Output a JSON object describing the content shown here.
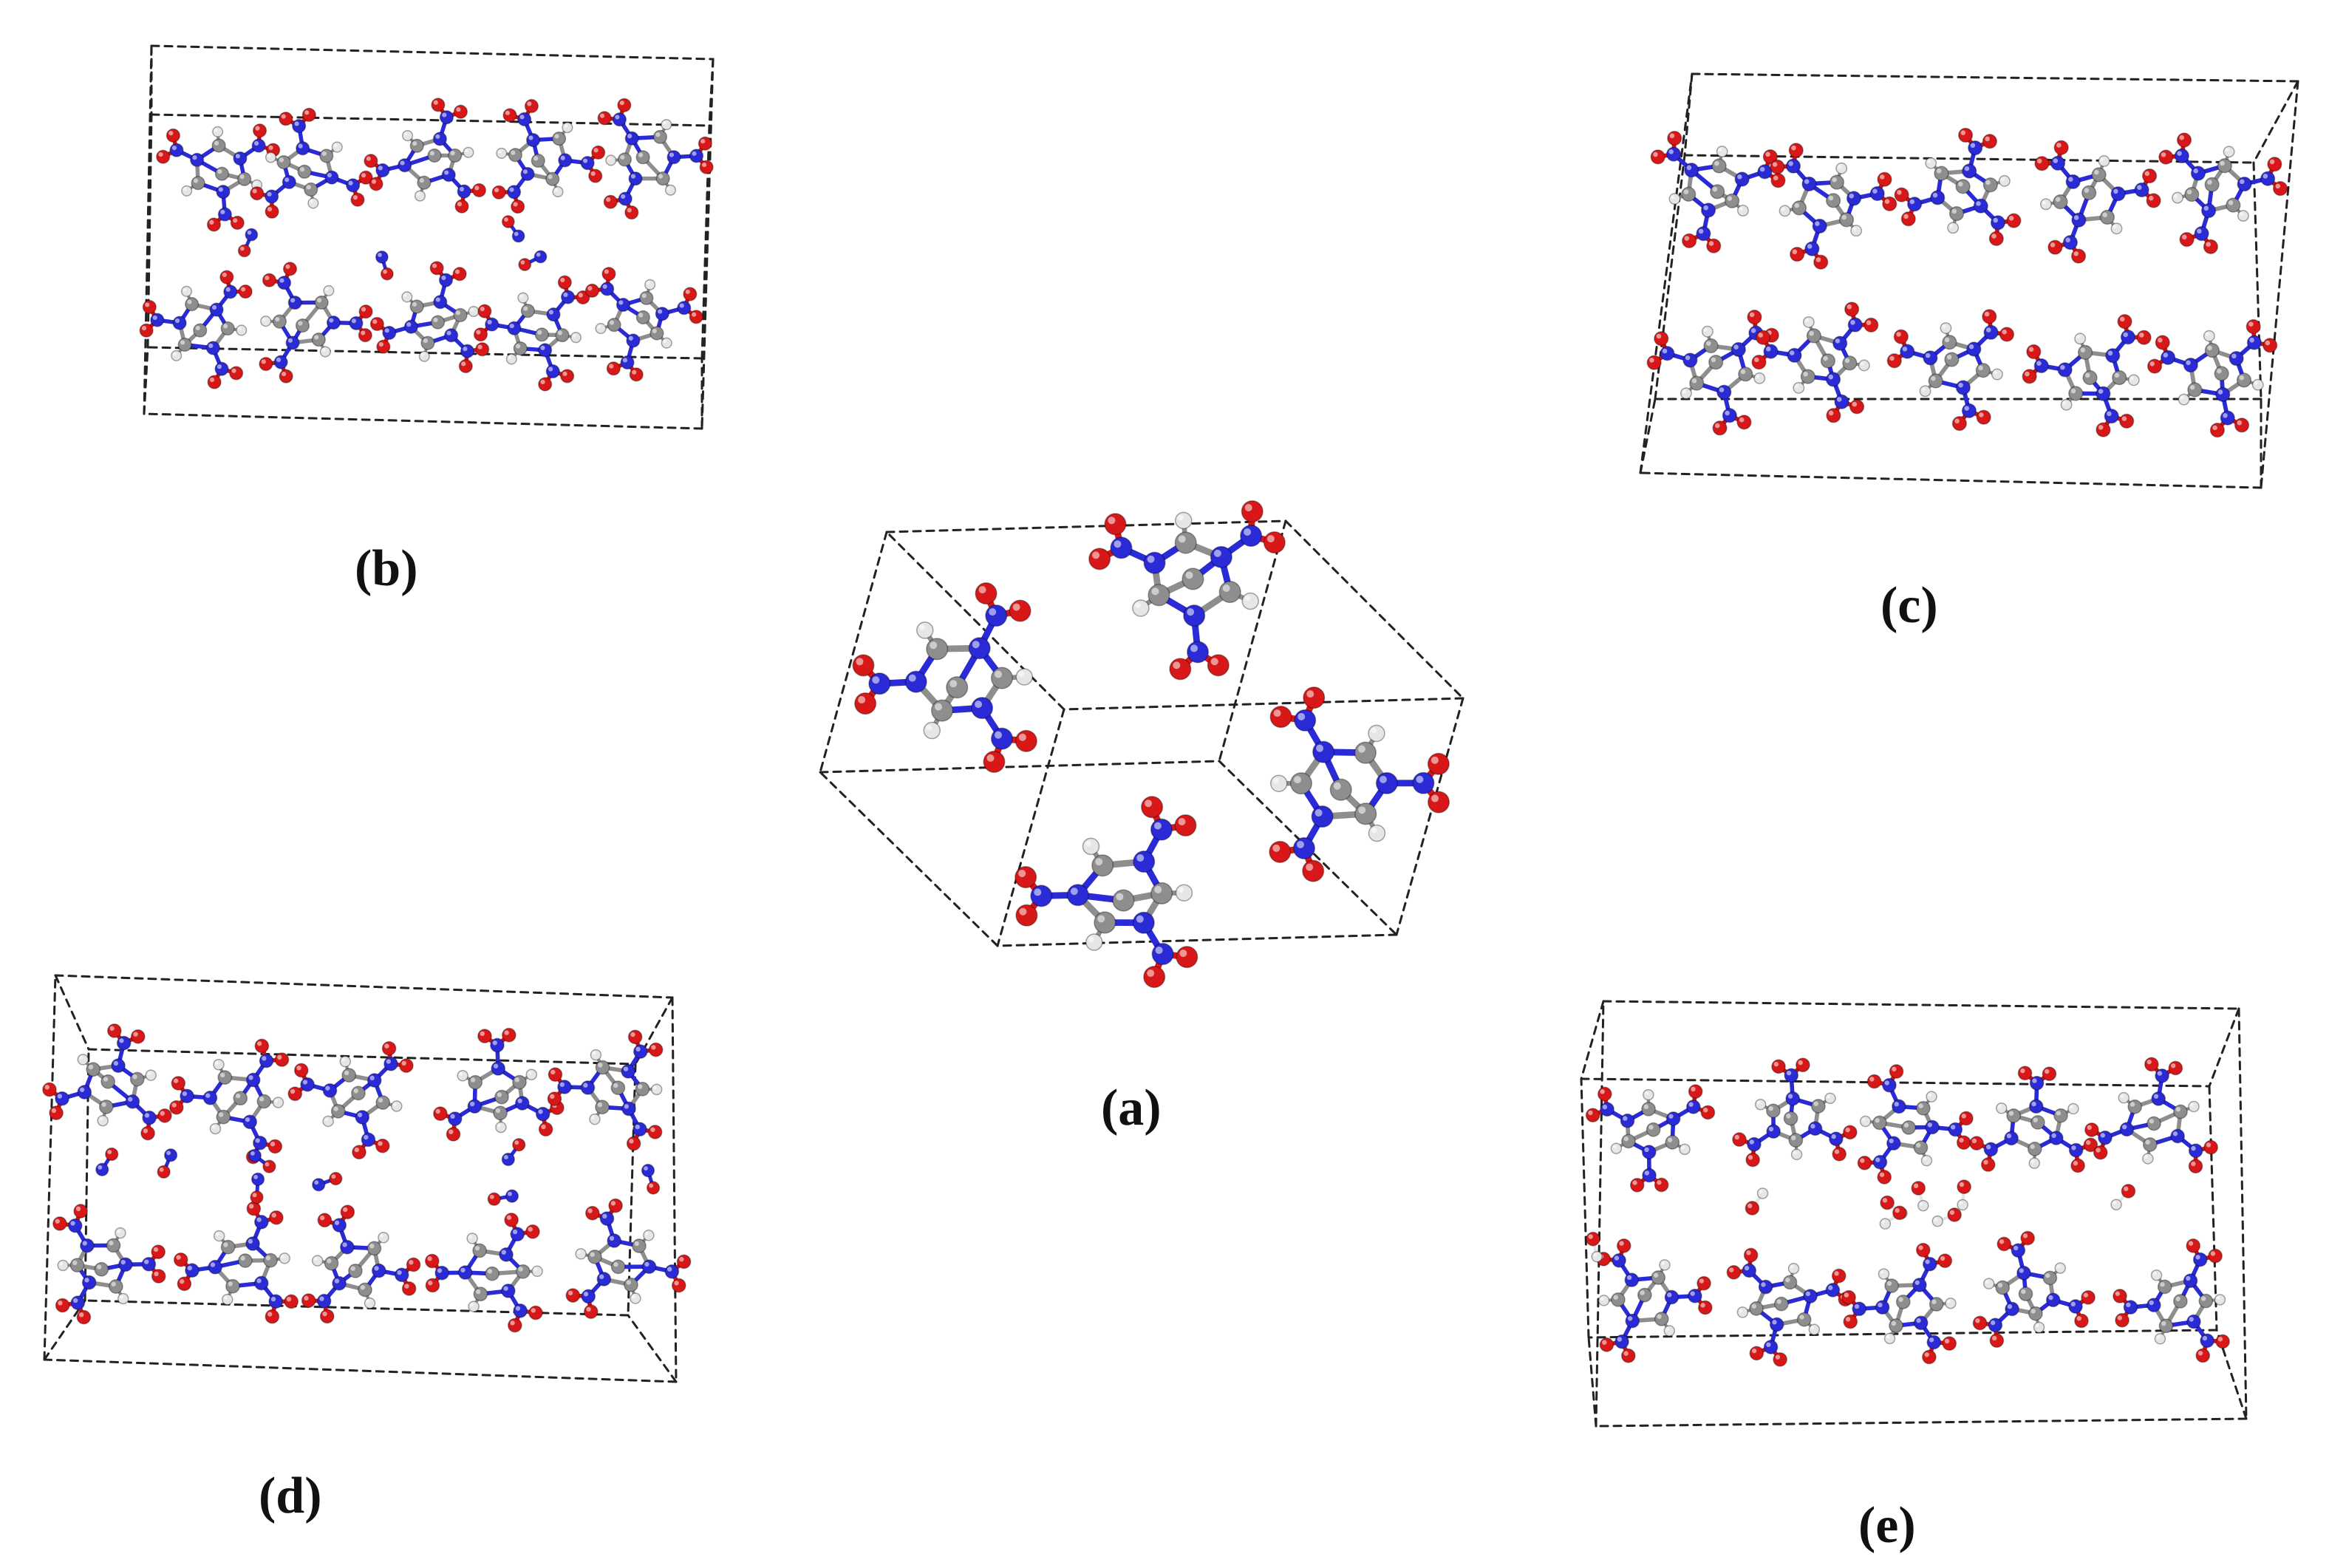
{
  "figure": {
    "panels": [
      {
        "id": "a",
        "label": "(a)"
      },
      {
        "id": "b",
        "label": "(b)"
      },
      {
        "id": "c",
        "label": "(c)"
      },
      {
        "id": "d",
        "label": "(d)"
      },
      {
        "id": "e",
        "label": "(e)"
      }
    ]
  },
  "colors": {
    "nitrogen": "#2a2ad6",
    "oxygen": "#d81818",
    "carbon": "#8e8e8e",
    "hydrogen": "#e6e6e6",
    "cell_edge": "#222222",
    "background": "#ffffff"
  }
}
